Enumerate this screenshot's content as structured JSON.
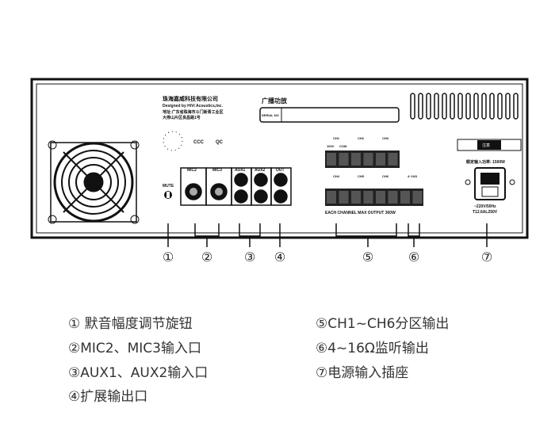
{
  "panel": {
    "company": "珠海嘉威科技有限公司",
    "designed_by": "Designed by HiVi Acoustics,Inc.",
    "address1": "地址:广东省珠海市斗门新青工业区",
    "address2": "大排山片区良昌路1号",
    "product": "广播功放",
    "serial_label": "SERIAL NO",
    "ccc": "CCC",
    "qc": "QC",
    "mute": "MUTE",
    "mic2": "MIC2",
    "mic3": "MIC3",
    "aux1": "AUX1",
    "aux2": "AUX2",
    "out": "OUT",
    "ch_labels": [
      "CH1",
      "CH2",
      "CH3",
      "CH4",
      "CH5",
      "CH6",
      "4~16Ω"
    ],
    "v100": "100V",
    "com": "COM",
    "output_note": "EACH CHANNEL MAX OUTPUT 300W",
    "power_rating": "额定输入功率: 1500W",
    "warning": "注意",
    "mains1": "~220V/50Hz",
    "mains2": "T12.6AL250V"
  },
  "callouts": [
    "①",
    "②",
    "③",
    "④",
    "⑤",
    "⑥",
    "⑦"
  ],
  "legend": [
    "① 默音幅度调节旋钮",
    "②MIC2、MIC3输入口",
    "③AUX1、AUX2输入口",
    "④扩展输出口",
    "⑤CH1~CH6分区输出",
    "⑥4~16Ω监听输出",
    "⑦电源输入插座"
  ]
}
